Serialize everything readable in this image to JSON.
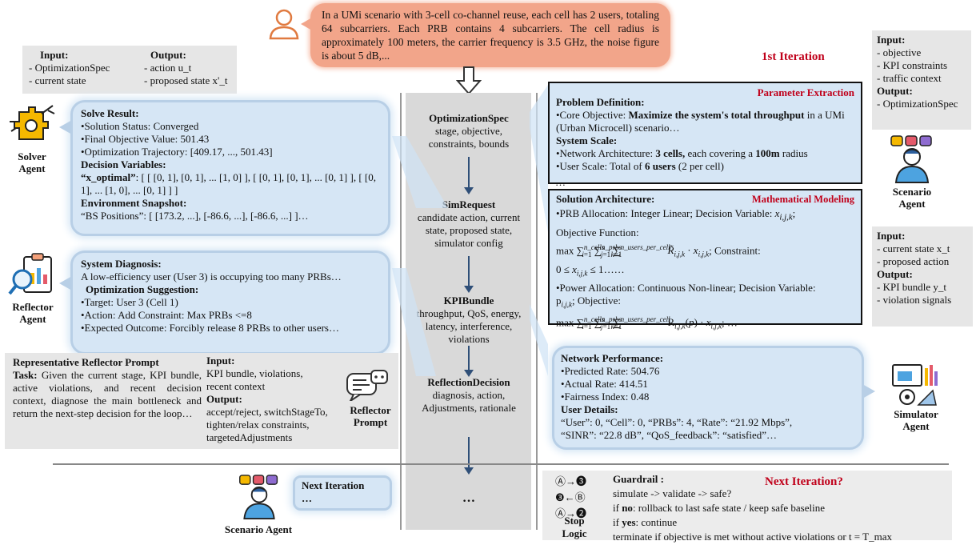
{
  "query": "In a UMi scenario with 3-cell co-channel reuse, each cell has 2 users, totaling 64 subcarriers. Each PRB contains 4 subcarriers. The cell radius is approximately 100 meters, the carrier frequency is 3.5 GHz, the noise figure is about 5 dB,...",
  "solver_io": {
    "input_title": "Input:",
    "input_items": [
      "- OptimizationSpec",
      "- current state"
    ],
    "output_title": "Output:",
    "output_items": [
      "- action u_t",
      "- proposed state x'_t"
    ]
  },
  "iteration_label": "1st Iteration",
  "scenario_io": {
    "input_title": "Input:",
    "input_items": [
      "- objective",
      "- KPI constraints",
      "- traffic context"
    ],
    "output_title": "Output:",
    "output_items": [
      "- OptimizationSpec"
    ]
  },
  "simulator_io": {
    "input_title": "Input:",
    "input_items": [
      "- current state x_t",
      "- proposed action"
    ],
    "output_title": "Output:",
    "output_items": [
      "- KPI bundle y_t",
      "- violation signals"
    ]
  },
  "agents": {
    "solver": "Solver Agent",
    "reflector": "Reflector Agent",
    "scenario": "Scenario Agent",
    "simulator": "Simulator Agent",
    "scenario_bottom": "Scenario Agent"
  },
  "solve_result": {
    "title": "Solve Result:",
    "lines": [
      "•Solution Status: Converged",
      "•Final Objective Value: 501.43",
      "•Optimization Trajectory: [409.17, ..., 501.43]"
    ],
    "dv_title": "Decision Variables:",
    "dv_key": "“x_optimal”",
    "dv_value": ": [ [ [0, 1], [0, 1], ... [1, 0] ], [ [0, 1], [0, 1], ... [0, 1] ], [ [0, 1], ... [1, 0], ... [0, 1] ] ]",
    "env_title": "Environment Snapshot:",
    "env_value": "“BS Positions”: [ [173.2, ...], [-86.6, ...], [-86.6, ...] ]…"
  },
  "diagnosis": {
    "title": "System Diagnosis:",
    "line": "A low-efficiency user (User 3) is occupying too many PRBs…",
    "sugg_title": "Optimization Suggestion:",
    "items": [
      "•Target: User 3 (Cell 1)",
      "•Action: Add Constraint: Max PRBs <=8",
      "•Expected Outcome: Forcibly release 8 PRBs to other users…"
    ]
  },
  "reflector_prompt": {
    "title": "Representative Reflector Prompt",
    "task_label": "Task:",
    "task_text": "Given the current stage, KPI bundle, active violations, and recent decision context, diagnose the main bottleneck and return the next-step decision for the loop…",
    "input_title": "Input:",
    "input_text": "KPI bundle, violations, recent context",
    "output_title": "Output:",
    "output_text": "accept/reject, switchStageTo, tighten/relax constraints, targetedAdjustments",
    "label": "Reflector Prompt"
  },
  "pipeline": [
    {
      "title": "OptimizationSpec",
      "desc": "stage, objective, constraints, bounds"
    },
    {
      "title": "SimRequest",
      "desc": "candidate action, current state, proposed state, simulator config"
    },
    {
      "title": "KPIBundle",
      "desc": "throughput, QoS, energy, latency, interference, violations"
    },
    {
      "title": "ReflectionDecision",
      "desc": "diagnosis, action, Adjustments, rationale"
    },
    {
      "title": "…",
      "desc": ""
    }
  ],
  "param_extraction": {
    "tag": "Parameter Extraction",
    "pd_title": "Problem Definition:",
    "core_label": "•Core Objective:",
    "core_bold": "Maximize the system's total throughput",
    "core_rest": "in a UMi (Urban Microcell) scenario…",
    "scale_title": "System Scale:",
    "net_label": "•Network Architecture:",
    "net_bold1": "3 cells,",
    "net_mid": "each covering a",
    "net_bold2": "100m",
    "net_rest": "radius",
    "user_label": "•User Scale: Total of",
    "user_bold": "6 users",
    "user_rest": "(2 per cell)",
    "ellipsis": "…"
  },
  "math_modeling": {
    "tag": "Mathematical Modeling",
    "sa_title": "Solution Architecture:",
    "prb_line": "•PRB Allocation: Integer Linear; Decision Variable:",
    "obj_label": "Objective Function:",
    "constraint_label": "; Constraint:",
    "range_tail": "……",
    "power_line": "•Power Allocation: Continuous Non-linear; Decision Variable:",
    "power_obj": "; Objective:",
    "tail": "; …"
  },
  "network_perf": {
    "title": "Network Performance:",
    "lines": [
      "•Predicted Rate: 504.76",
      "•Actual Rate: 414.51",
      "•Fairness Index: 0.48"
    ],
    "ud_title": "User Details:",
    "ud_line1": "“User”: 0, “Cell”: 0, “PRBs”: 4, “Rate”: “21.92 Mbps”,",
    "ud_line2": "“SINR”: “22.8 dB”, “QoS_feedback”: “satisfied”…"
  },
  "next_iteration_bubble": {
    "title": "Next Iteration",
    "ellipsis": "…"
  },
  "guardrail": {
    "title": "Guardrail :",
    "line1": "simulate -> validate -> safe?",
    "line2_pre": "if ",
    "line2_bold": "no",
    "line2_post": ": rollback to last safe state / keep safe baseline",
    "line3_pre": "if ",
    "line3_bold": "yes",
    "line3_post": ": continue",
    "line4": "terminate if objective is met without active violations or t = T_max",
    "next_q": "Next Iteration?",
    "stop_label": "Stop Logic",
    "sym1": "Ⓐ→❸",
    "sym2": "❸←Ⓑ",
    "sym3": "Ⓐ→❷"
  },
  "colors": {
    "bubble": "#d6e6f5",
    "red": "#c0001a",
    "query_bg": "#f2a58a",
    "gray_panel": "#e6e6e6",
    "arrow": "#2f4f78"
  }
}
